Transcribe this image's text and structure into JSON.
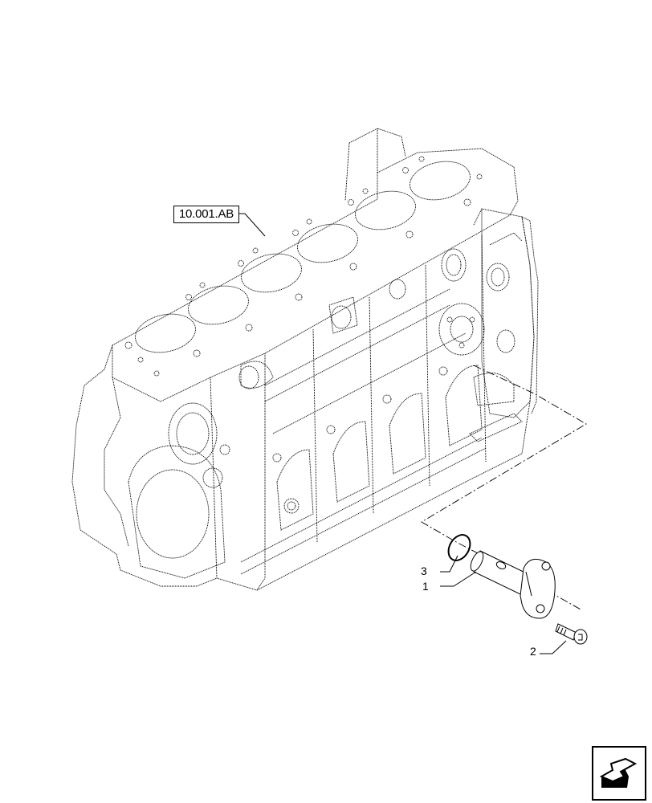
{
  "diagram": {
    "type": "exploded-parts-view",
    "subject": "engine cylinder block with oil pipe assembly",
    "reference_callout": {
      "label": "10.001.AB"
    },
    "parts": [
      {
        "number": "1",
        "name": "pipe"
      },
      {
        "number": "2",
        "name": "bolt"
      },
      {
        "number": "3",
        "name": "seal-ring"
      }
    ],
    "cylinder_count": 6,
    "line_color": "#000000",
    "background_color": "#ffffff"
  },
  "labels": {
    "ref": "10.001.AB",
    "item1": "1",
    "item2": "2",
    "item3": "3"
  },
  "navigation": {
    "icon": "previous-page-arrow-icon"
  }
}
